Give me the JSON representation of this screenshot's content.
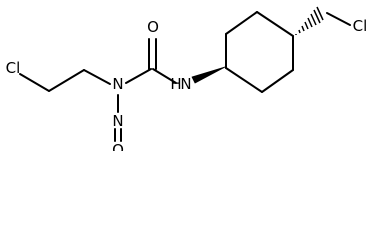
{
  "molecule": {
    "atoms": {
      "cl_left": "Cl",
      "n_amide": "N",
      "o_carbonyl": "O",
      "n_nitroso": "N",
      "o_nitroso": "O",
      "n_amine": "N",
      "h_amine": "H",
      "cl_right": "Cl"
    },
    "colors": {
      "bond": "#000000",
      "text": "#000000",
      "background": "#ffffff"
    }
  }
}
